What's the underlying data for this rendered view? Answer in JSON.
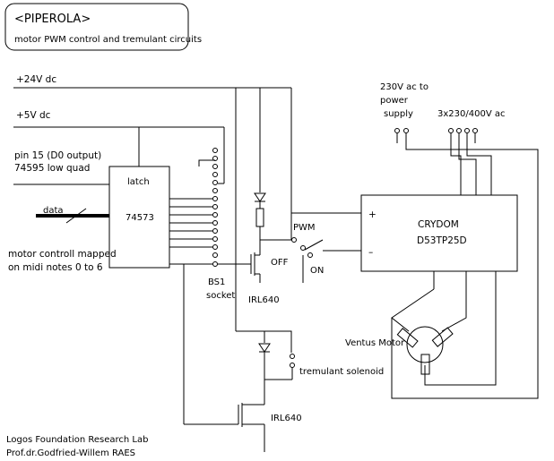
{
  "title_box": {
    "title": "<PIPEROLA>",
    "subtitle": "motor PWM control and tremulant circuits"
  },
  "rails": {
    "v24": "+24V dc",
    "v5": "+5V dc"
  },
  "inputs": {
    "pin_line1": "pin 15 (D0 output)",
    "pin_line2": "74595 low quad",
    "data": "data",
    "mapping_line1": "motor controll mapped",
    "mapping_line2": "on midi notes 0 to 6"
  },
  "ic": {
    "latch": "latch",
    "part": "74573"
  },
  "socket": {
    "line1": "BS1",
    "line2": "socket"
  },
  "mosfets": {
    "upper": "IRL640",
    "lower": "IRL640"
  },
  "pwm_switch": {
    "label": "PWM",
    "off": "OFF",
    "on": "ON"
  },
  "relay": {
    "plus": "+",
    "minus": "–",
    "brand": "CRYDOM",
    "model": "D53TP25D"
  },
  "mains": {
    "supply_line1": "230V ac to",
    "supply_line2": "power",
    "supply_line3": "supply",
    "three_phase": "3x230/400V ac"
  },
  "motor": {
    "label": "Ventus Motor"
  },
  "tremulant": {
    "label": "tremulant solenoid"
  },
  "credits": {
    "line1": "Logos Foundation Research Lab",
    "line2": "Prof.dr.Godfried-Willem RAES"
  }
}
